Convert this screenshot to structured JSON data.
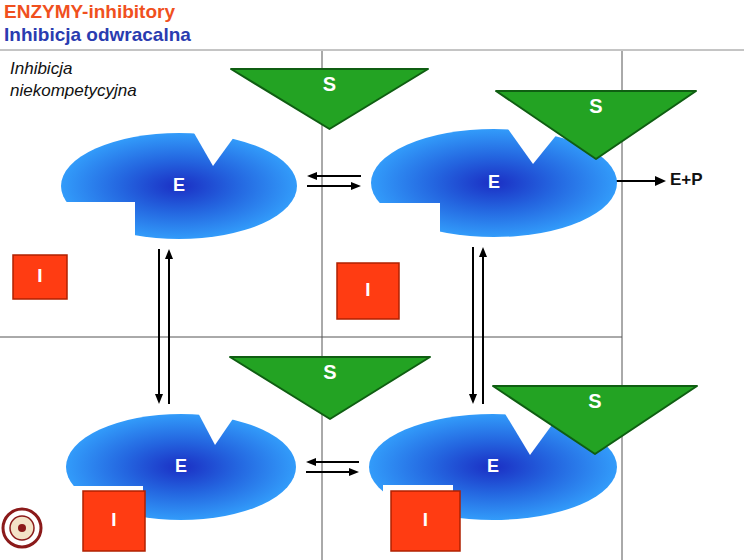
{
  "diagram": {
    "title": "ENZYMY-inhibitory",
    "nodes": [
      {
        "text": [
          "S"
        ]
      },
      {
        "text": [
          "E"
        ]
      },
      {
        "text": [
          "E"
        ]
      },
      {
        "text": [
          "S"
        ]
      },
      {
        "text": [
          "I"
        ]
      },
      {
        "text": [
          "I"
        ]
      },
      {
        "text": [
          "S"
        ]
      },
      {
        "text": [
          "E"
        ]
      },
      {
        "text": [
          "E"
        ]
      },
      {
        "text": [
          "S"
        ]
      },
      {
        "text": [
          "I"
        ]
      },
      {
        "text": [
          "I"
        ]
      }
    ],
    "edges": [
      {
        "from": 1,
        "to": 2,
        "arrow": "both"
      },
      {
        "from": 1,
        "to": 7,
        "arrow": "both"
      },
      {
        "from": 2,
        "to": 8,
        "arrow": "both"
      },
      {
        "from": 7,
        "to": 8,
        "arrow": "both"
      }
    ],
    "labels": [
      "Inhibicja odwracalna",
      "Inhibicja niekompetycyjna",
      "E+P"
    ]
  }
}
